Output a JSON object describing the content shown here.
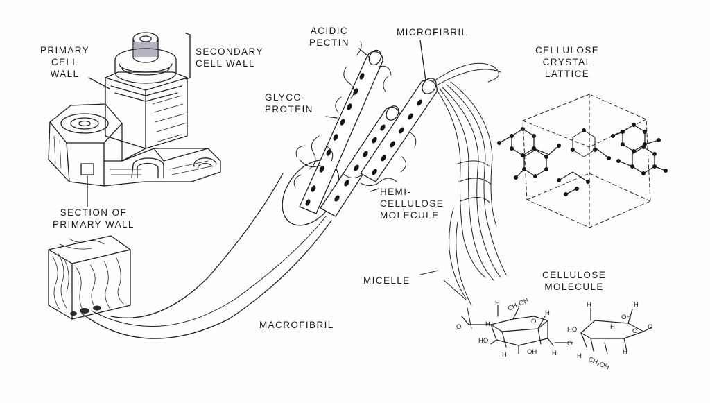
{
  "labels": {
    "primary_cell_wall": [
      "PRIMARY",
      "CELL",
      "WALL"
    ],
    "secondary_cell_wall": [
      "SECONDARY",
      "CELL WALL"
    ],
    "section_of_primary_wall": [
      "SECTION OF",
      "PRIMARY WALL"
    ],
    "acidic_pectin": [
      "ACIDIC",
      "PECTIN"
    ],
    "microfibril": "MICROFIBRIL",
    "glycoprotein": [
      "GLYCO-",
      "PROTEIN"
    ],
    "hemicellulose_molecule": [
      "HEMI-",
      "CELLULOSE",
      "MOLECULE"
    ],
    "cellulose_crystal_lattice": [
      "CELLULOSE",
      "CRYSTAL",
      "LATTICE"
    ],
    "micelle": "MICELLE",
    "cellulose_molecule": [
      "CELLULOSE",
      "MOLECULE"
    ],
    "macrofibril": "MACROFIBRIL"
  },
  "chemistry": {
    "h": "H",
    "ho": "HO",
    "oh": "OH",
    "o": "O",
    "ch2oh": "CH₂OH"
  }
}
